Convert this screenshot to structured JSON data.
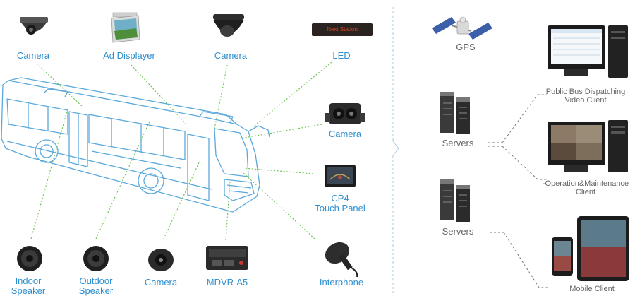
{
  "vehicle_devices": {
    "camera_1": "Camera",
    "ad_displayer": "Ad Displayer",
    "camera_2": "Camera",
    "led": "LED",
    "led_screen_text": "Next Station",
    "camera_side": "Camera",
    "cp4_line1": "CP4",
    "cp4_line2": "Touch Panel",
    "indoor_speaker_line1": "Indoor",
    "indoor_speaker_line2": "Speaker",
    "outdoor_speaker_line1": "Outdoor",
    "outdoor_speaker_line2": "Speaker",
    "camera_bottom": "Camera",
    "mdvr": "MDVR-A5",
    "interphone": "Interphone"
  },
  "backend": {
    "gps": "GPS",
    "servers_1": "Servers",
    "servers_2": "Servers"
  },
  "clients": {
    "dispatch_line1": "Public Bus Dispatching",
    "dispatch_line2": "Video Client",
    "operation_line1": "-Operation&Maintenance",
    "operation_line2": "Client",
    "mobile": "Mobile Client"
  },
  "colors": {
    "label_blue": "#2e8fd0",
    "bus_outline": "#5aa9dc",
    "connector_green": "#66c24a",
    "divider": "#a9cbe6",
    "client_link": "#777777"
  }
}
